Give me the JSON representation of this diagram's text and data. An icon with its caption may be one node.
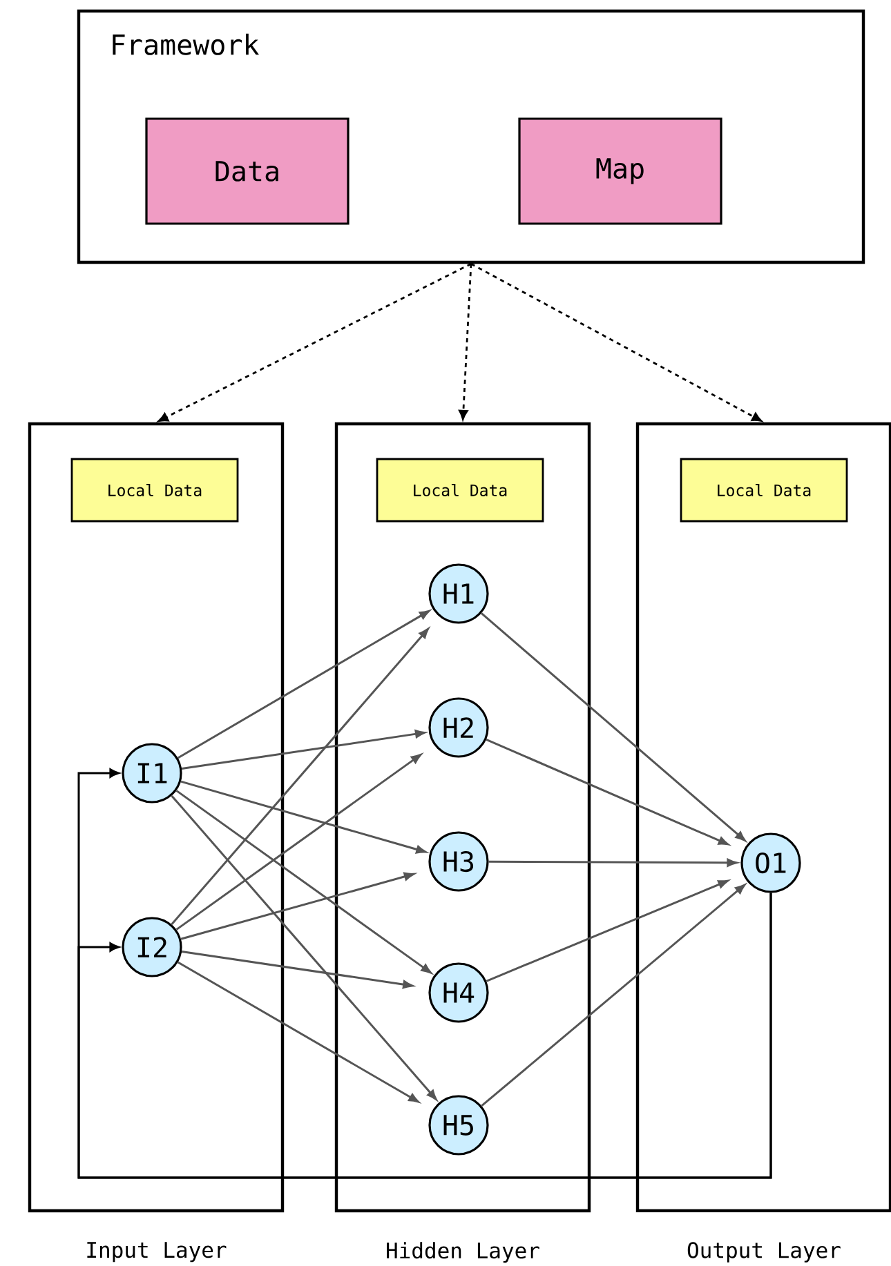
{
  "diagram": {
    "nodes": [
      {
        "text": [
          "Framework"
        ]
      },
      {
        "text": [
          "Data"
        ],
        "in": 0
      },
      {
        "text": [
          "Map"
        ],
        "in": 0
      },
      {
        "text": [
          "Input Layer"
        ]
      },
      {
        "text": [
          "Local Data"
        ],
        "in": 3
      },
      {
        "text": [
          "Hidden Layer"
        ]
      },
      {
        "text": [
          "Local Data"
        ],
        "in": 5
      },
      {
        "text": [
          "Output Layer"
        ]
      },
      {
        "text": [
          "Local Data"
        ],
        "in": 7
      },
      {
        "text": [
          "I1"
        ],
        "in": 3
      },
      {
        "text": [
          "I2"
        ],
        "in": 3
      },
      {
        "text": [
          "H1"
        ],
        "in": 5
      },
      {
        "text": [
          "H2"
        ],
        "in": 5
      },
      {
        "text": [
          "H3"
        ],
        "in": 5
      },
      {
        "text": [
          "H4"
        ],
        "in": 5
      },
      {
        "text": [
          "H5"
        ],
        "in": 5
      },
      {
        "text": [
          "O1"
        ],
        "in": 7
      }
    ],
    "edges": [
      {
        "from": 0,
        "to": 3,
        "arrow": "to",
        "style": "dashed",
        "color": "#000000"
      },
      {
        "from": 0,
        "to": 5,
        "arrow": "to",
        "style": "dashed",
        "color": "#000000"
      },
      {
        "from": 0,
        "to": 7,
        "arrow": "to",
        "style": "dashed",
        "color": "#000000"
      },
      {
        "from": 9,
        "to": 11,
        "arrow": "to"
      },
      {
        "from": 9,
        "to": 12,
        "arrow": "to"
      },
      {
        "from": 9,
        "to": 13,
        "arrow": "to"
      },
      {
        "from": 9,
        "to": 14,
        "arrow": "to"
      },
      {
        "from": 9,
        "to": 15,
        "arrow": "to"
      },
      {
        "from": 10,
        "to": 11,
        "arrow": "to"
      },
      {
        "from": 10,
        "to": 12,
        "arrow": "to"
      },
      {
        "from": 10,
        "to": 13,
        "arrow": "to"
      },
      {
        "from": 10,
        "to": 14,
        "arrow": "to"
      },
      {
        "from": 10,
        "to": 15,
        "arrow": "to"
      },
      {
        "from": 11,
        "to": 16,
        "arrow": "to"
      },
      {
        "from": 12,
        "to": 16,
        "arrow": "to"
      },
      {
        "from": 13,
        "to": 16,
        "arrow": "to"
      },
      {
        "from": 14,
        "to": 16,
        "arrow": "to"
      },
      {
        "from": 15,
        "to": 16,
        "arrow": "to"
      },
      {
        "from": 16,
        "to": 9,
        "arrow": "to",
        "color": "#000000"
      },
      {
        "from": 16,
        "to": 10,
        "arrow": "to",
        "color": "#000000"
      }
    ]
  }
}
